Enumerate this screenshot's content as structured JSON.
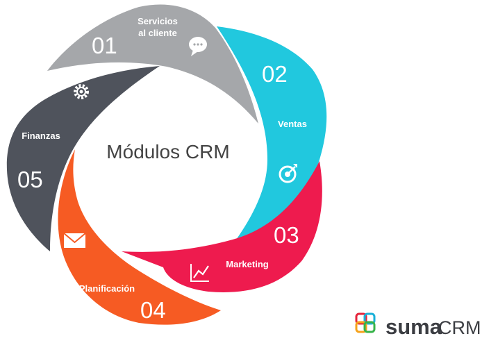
{
  "title": "Módulos CRM",
  "modules": [
    {
      "number": "01",
      "label_line1": "Servicios",
      "label_line2": "al cliente",
      "color": "#a5a7aa",
      "icon": "chat-bubble-icon"
    },
    {
      "number": "02",
      "label_line1": "Ventas",
      "label_line2": "",
      "color": "#21c8de",
      "icon": "target-icon"
    },
    {
      "number": "03",
      "label_line1": "Marketing",
      "label_line2": "",
      "color": "#ee1b4e",
      "icon": "chart-growth-icon"
    },
    {
      "number": "04",
      "label_line1": "Planificación",
      "label_line2": "",
      "color": "#f65b23",
      "icon": "envelope-icon"
    },
    {
      "number": "05",
      "label_line1": "Finanzas",
      "label_line2": "",
      "color": "#4f535c",
      "icon": "gear-icon"
    }
  ],
  "logo": {
    "text_bold": "suma",
    "text_light": "CRM",
    "colors": [
      "#e5243b",
      "#f5a21b",
      "#1ab0d8",
      "#37b34a"
    ]
  }
}
